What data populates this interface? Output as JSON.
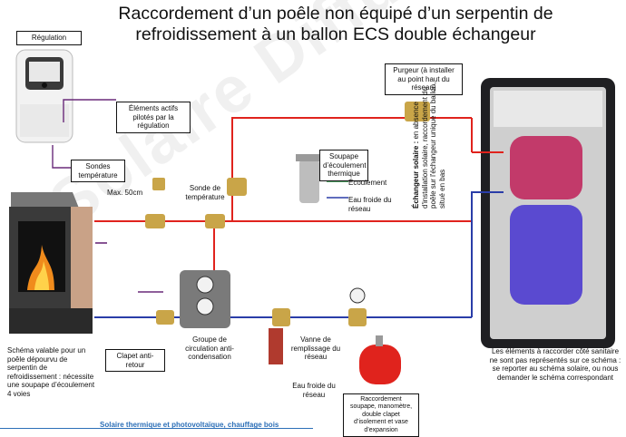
{
  "title_line1": "Raccordement d’un poêle non équipé d’un serpentin de",
  "title_line2": "refroidissement à un ballon ECS double échangeur",
  "watermark": "Solaire Diffusion",
  "labels": {
    "regulation": "Régulation",
    "elements_actifs": "Éléments actifs pilotés par la régulation",
    "sondes_temperature": "Sondes température",
    "max_50cm": "Max. 50cm",
    "sonde_temperature": "Sonde de température",
    "purgeur": "Purgeur (à installer au point haut du réseau)",
    "soupape": "Soupape d’écoulement thermique",
    "ecoulement": "Écoulement",
    "eau_froide_1": "Eau froide du réseau",
    "clapet": "Clapet anti-retour",
    "groupe": "Groupe de circulation anti-condensation",
    "vanne": "Vanne de remplissage du réseau",
    "eau_froide_2": "Eau froide du réseau",
    "raccordement": "Raccordement soupape, manomètre, double clapet d’isolement et vase d’expansion",
    "schema_valable": "Schéma valable pour un poêle dépourvu de serpentin de refroidissement : nécessite une soupape d’écoulement 4 voies",
    "elements_raccorder": "Les éléments à raccorder côté sanitaire ne sont pas représentés sur ce schéma : se reporter au schéma solaire, ou nous demander le schéma  correspondant",
    "echangeur_title": "Échangeur solaire :",
    "echangeur_body": "en absence d'installation solaire, raccordement du poêle sur l'échangeur unique du ballon, situé en bas",
    "footer": "Solaire thermique et photovoltaïque, chauffage bois"
  },
  "colors": {
    "hot": "#e0231d",
    "cold": "#2a3da8",
    "purple": "#6a2a7a",
    "green": "#1f8a3a",
    "brass": "#c9a548",
    "tank": "#2a2a2e"
  }
}
